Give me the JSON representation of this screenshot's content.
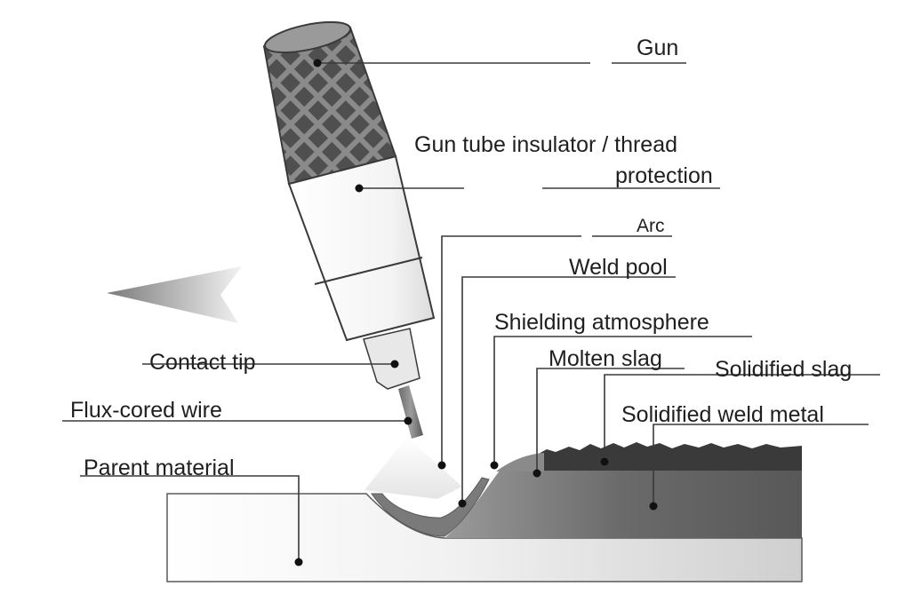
{
  "labels": {
    "gun": "Gun",
    "gun_tube_line1": "Gun tube insulator / thread",
    "gun_tube_line2": "protection",
    "arc": "Arc",
    "weld_pool": "Weld pool",
    "shielding_atmosphere": "Shielding atmosphere",
    "contact_tip": "Contact tip",
    "molten_slag": "Molten slag",
    "solidified_slag": "Solidified slag",
    "flux_cored_wire": "Flux-cored wire",
    "solidified_weld_metal": "Solidified weld metal",
    "parent_material": "Parent material"
  },
  "colors": {
    "line": "#3a3a3a",
    "knurl": "#5a5a5a",
    "weld_metal": "#6e6e6e",
    "slag": "#3c3c3c",
    "parent": "#e6e6e6"
  }
}
